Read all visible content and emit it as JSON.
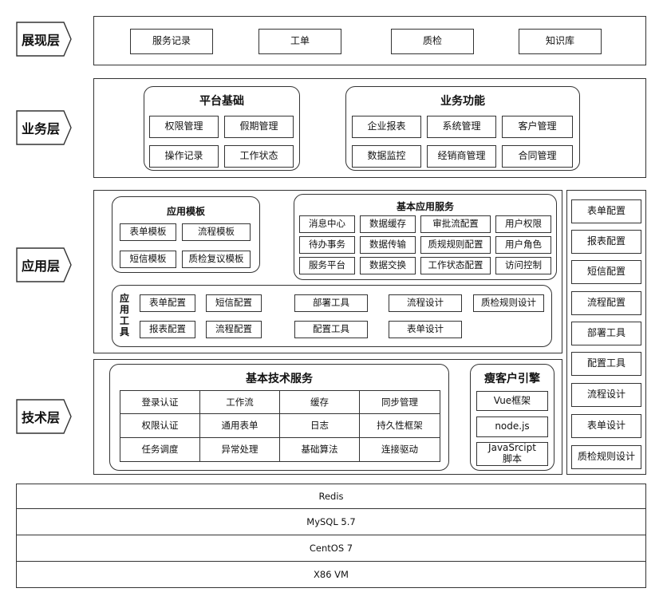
{
  "layers": {
    "presentation": "展现层",
    "business": "业务层",
    "application": "应用层",
    "technical": "技术层"
  },
  "presentation_items": [
    "服务记录",
    "工单",
    "质检",
    "知识库"
  ],
  "platform_base": {
    "title": "平台基础",
    "items": [
      "权限管理",
      "假期管理",
      "操作记录",
      "工作状态"
    ]
  },
  "business_functions": {
    "title": "业务功能",
    "items": [
      "企业报表",
      "系统管理",
      "客户管理",
      "数据监控",
      "经销商管理",
      "合同管理"
    ]
  },
  "app_templates": {
    "title": "应用模板",
    "items": [
      "表单模板",
      "流程模板",
      "短信模板",
      "质检复议模板"
    ]
  },
  "basic_app_services": {
    "title": "基本应用服务",
    "items": [
      "消息中心",
      "数据缓存",
      "审批流配置",
      "用户权限",
      "待办事务",
      "数据传输",
      "质规规则配置",
      "用户角色",
      "服务平台",
      "数据交换",
      "工作状态配置",
      "访问控制"
    ]
  },
  "app_tools": {
    "label": [
      "应",
      "用",
      "工",
      "具"
    ],
    "row1": [
      "表单配置",
      "短信配置",
      "部署工具",
      "流程设计",
      "质检规则设计"
    ],
    "row2": [
      "报表配置",
      "流程配置",
      "配置工具",
      "表单设计"
    ]
  },
  "basic_tech_services": {
    "title": "基本技术服务",
    "items": [
      "登录认证",
      "工作流",
      "缓存",
      "同步管理",
      "权限认证",
      "通用表单",
      "日志",
      "持久性框架",
      "任务调度",
      "异常处理",
      "基础算法",
      "连接驱动"
    ]
  },
  "thin_client": {
    "title": "瘦客户引擎",
    "items": [
      "Vue框架",
      "node.js",
      "JavaSrcipt",
      "脚本"
    ]
  },
  "right_column": [
    "表单配置",
    "报表配置",
    "短信配置",
    "流程配置",
    "部署工具",
    "配置工具",
    "流程设计",
    "表单设计",
    "质检规则设计"
  ],
  "stack": [
    "Redis",
    "MySQL 5.7",
    "CentOS 7",
    "X86 VM"
  ]
}
